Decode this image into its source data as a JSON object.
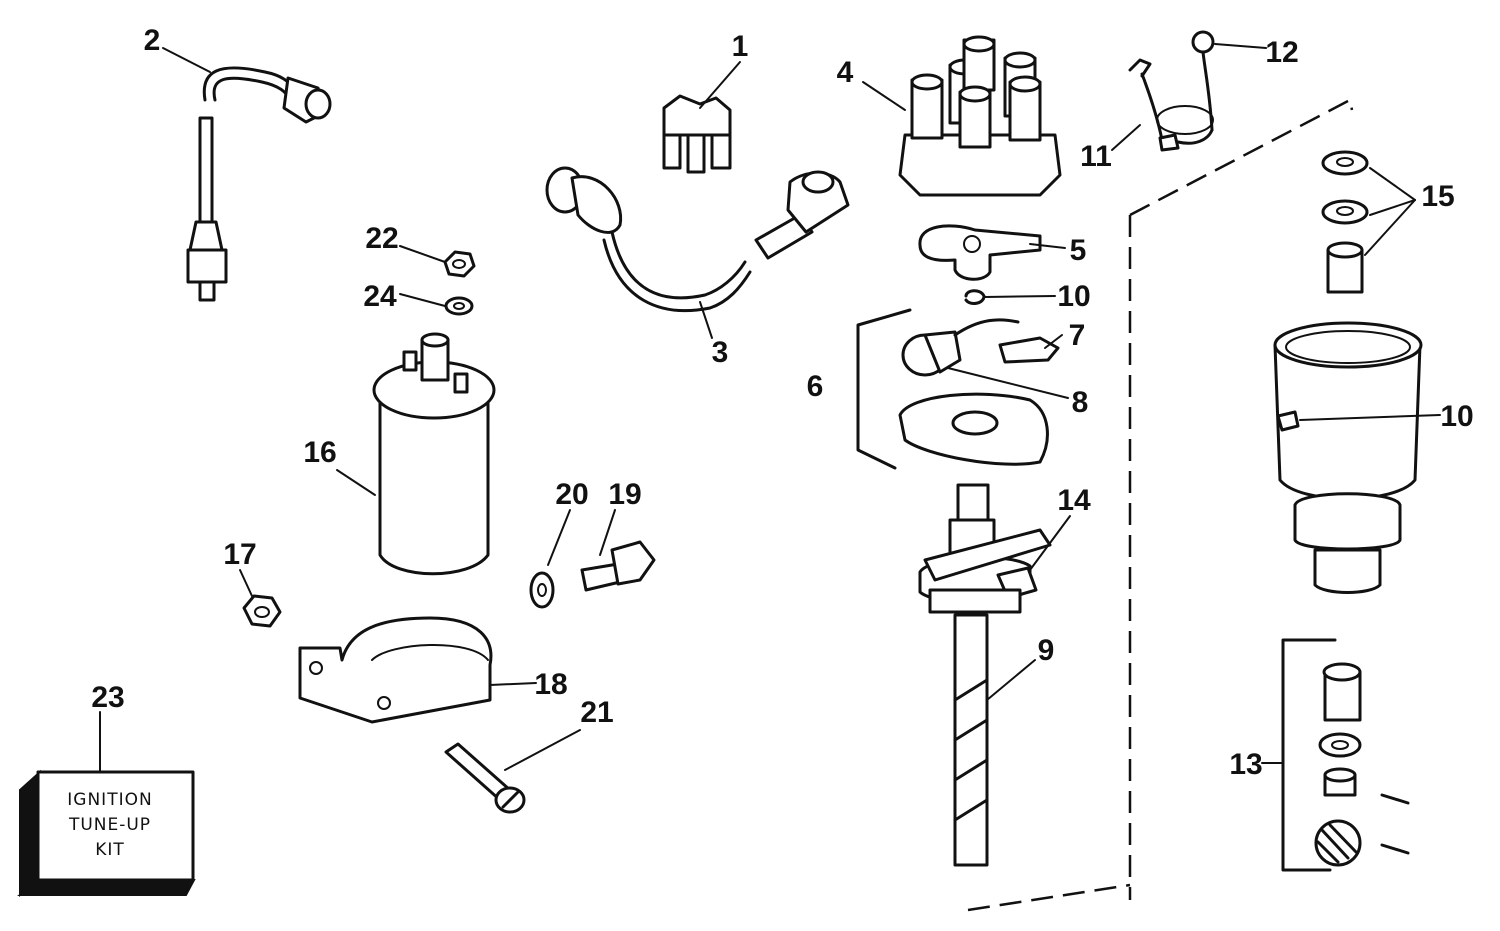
{
  "callouts": {
    "c1": "1",
    "c2": "2",
    "c3": "3",
    "c4": "4",
    "c5": "5",
    "c6": "6",
    "c7": "7",
    "c8": "8",
    "c9": "9",
    "c10a": "10",
    "c10b": "10",
    "c11": "11",
    "c12": "12",
    "c13": "13",
    "c14": "14",
    "c15": "15",
    "c16": "16",
    "c17": "17",
    "c18": "18",
    "c19": "19",
    "c20": "20",
    "c21": "21",
    "c22": "22",
    "c23": "23",
    "c24": "24"
  },
  "kit": {
    "line1": "IGNITION",
    "line2": "TUNE-UP",
    "line3": "KIT"
  }
}
